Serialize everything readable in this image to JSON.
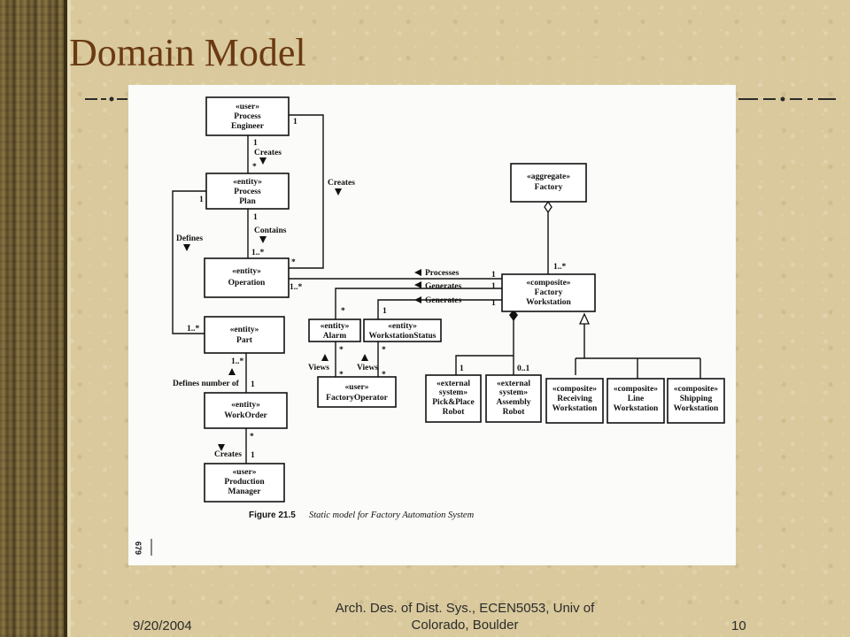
{
  "slide": {
    "title": "Domain Model",
    "footer": {
      "date": "9/20/2004",
      "course": "Arch. Des. of Dist. Sys., ECEN5053, Univ of Colorado, Boulder",
      "page": "10"
    }
  },
  "figure": {
    "caption_label": "Figure 21.5",
    "caption_text": "Static model for Factory Automation System",
    "page_number": "679",
    "classes": [
      {
        "id": "process-engineer",
        "stereotype": "«user»",
        "lines": [
          "Process",
          "Engineer"
        ]
      },
      {
        "id": "process-plan",
        "stereotype": "«entity»",
        "lines": [
          "Process",
          "Plan"
        ]
      },
      {
        "id": "operation",
        "stereotype": "«entity»",
        "lines": [
          "Operation"
        ]
      },
      {
        "id": "part",
        "stereotype": "«entity»",
        "lines": [
          "Part"
        ]
      },
      {
        "id": "work-order",
        "stereotype": "«entity»",
        "lines": [
          "WorkOrder"
        ]
      },
      {
        "id": "production-manager",
        "stereotype": "«user»",
        "lines": [
          "Production",
          "Manager"
        ]
      },
      {
        "id": "factory",
        "stereotype": "«aggregate»",
        "lines": [
          "Factory"
        ]
      },
      {
        "id": "factory-workstation",
        "stereotype": "«composite»",
        "lines": [
          "Factory",
          "Workstation"
        ]
      },
      {
        "id": "alarm",
        "stereotype": "«entity»",
        "lines": [
          "Alarm"
        ]
      },
      {
        "id": "workstation-status",
        "stereotype": "«entity»",
        "lines": [
          "WorkstationStatus"
        ]
      },
      {
        "id": "factory-operator",
        "stereotype": "«user»",
        "lines": [
          "FactoryOperator"
        ]
      },
      {
        "id": "pick-place-robot",
        "stereotype": "«external",
        "lines": [
          "system»",
          "Pick&Place",
          "Robot"
        ]
      },
      {
        "id": "assembly-robot",
        "stereotype": "«external",
        "lines": [
          "system»",
          "Assembly",
          "Robot"
        ]
      },
      {
        "id": "receiving-workstation",
        "stereotype": "«composite»",
        "lines": [
          "Receiving",
          "Workstation"
        ]
      },
      {
        "id": "line-workstation",
        "stereotype": "«composite»",
        "lines": [
          "Line",
          "Workstation"
        ]
      },
      {
        "id": "shipping-workstation",
        "stereotype": "«composite»",
        "lines": [
          "Shipping",
          "Workstation"
        ]
      }
    ],
    "associations": [
      {
        "name": "Creates",
        "from": "process-engineer",
        "to": "process-plan",
        "mult_from": "1",
        "mult_to": "*"
      },
      {
        "name": "Creates",
        "from": "process-engineer",
        "to": "operation",
        "mult_from": "1",
        "mult_to": "*"
      },
      {
        "name": "Contains",
        "from": "process-plan",
        "to": "operation",
        "mult_from": "1",
        "mult_to": "1..*"
      },
      {
        "name": "Defines",
        "from": "process-plan",
        "to": "part",
        "mult_from": "1",
        "mult_to": "1..*"
      },
      {
        "name": "Processes",
        "from": "factory-workstation",
        "to": "operation",
        "mult_from": "1",
        "mult_to": "1..*"
      },
      {
        "name": "Generates",
        "from": "factory-workstation",
        "to": "alarm",
        "mult_from": "1",
        "mult_to": "*"
      },
      {
        "name": "Generates",
        "from": "factory-workstation",
        "to": "workstation-status",
        "mult_from": "1",
        "mult_to": "1"
      },
      {
        "name": "Defines number of",
        "from": "part",
        "to": "work-order",
        "mult_from": "1..*",
        "mult_to": "1"
      },
      {
        "name": "Creates",
        "from": "production-manager",
        "to": "work-order",
        "mult_from": "1",
        "mult_to": "*"
      },
      {
        "name": "Views",
        "from": "factory-operator",
        "to": "alarm",
        "mult_from": "*",
        "mult_to": "*"
      },
      {
        "name": "Views",
        "from": "factory-operator",
        "to": "workstation-status",
        "mult_from": "*",
        "mult_to": "*"
      },
      {
        "name": "",
        "from": "factory",
        "to": "factory-workstation",
        "mult_from": "",
        "mult_to": "1..*"
      },
      {
        "name": "",
        "from": "factory-workstation",
        "to": "pick-place-robot",
        "mult_from": "",
        "mult_to": "1"
      },
      {
        "name": "",
        "from": "factory-workstation",
        "to": "assembly-robot",
        "mult_from": "",
        "mult_to": "0..1"
      }
    ]
  }
}
